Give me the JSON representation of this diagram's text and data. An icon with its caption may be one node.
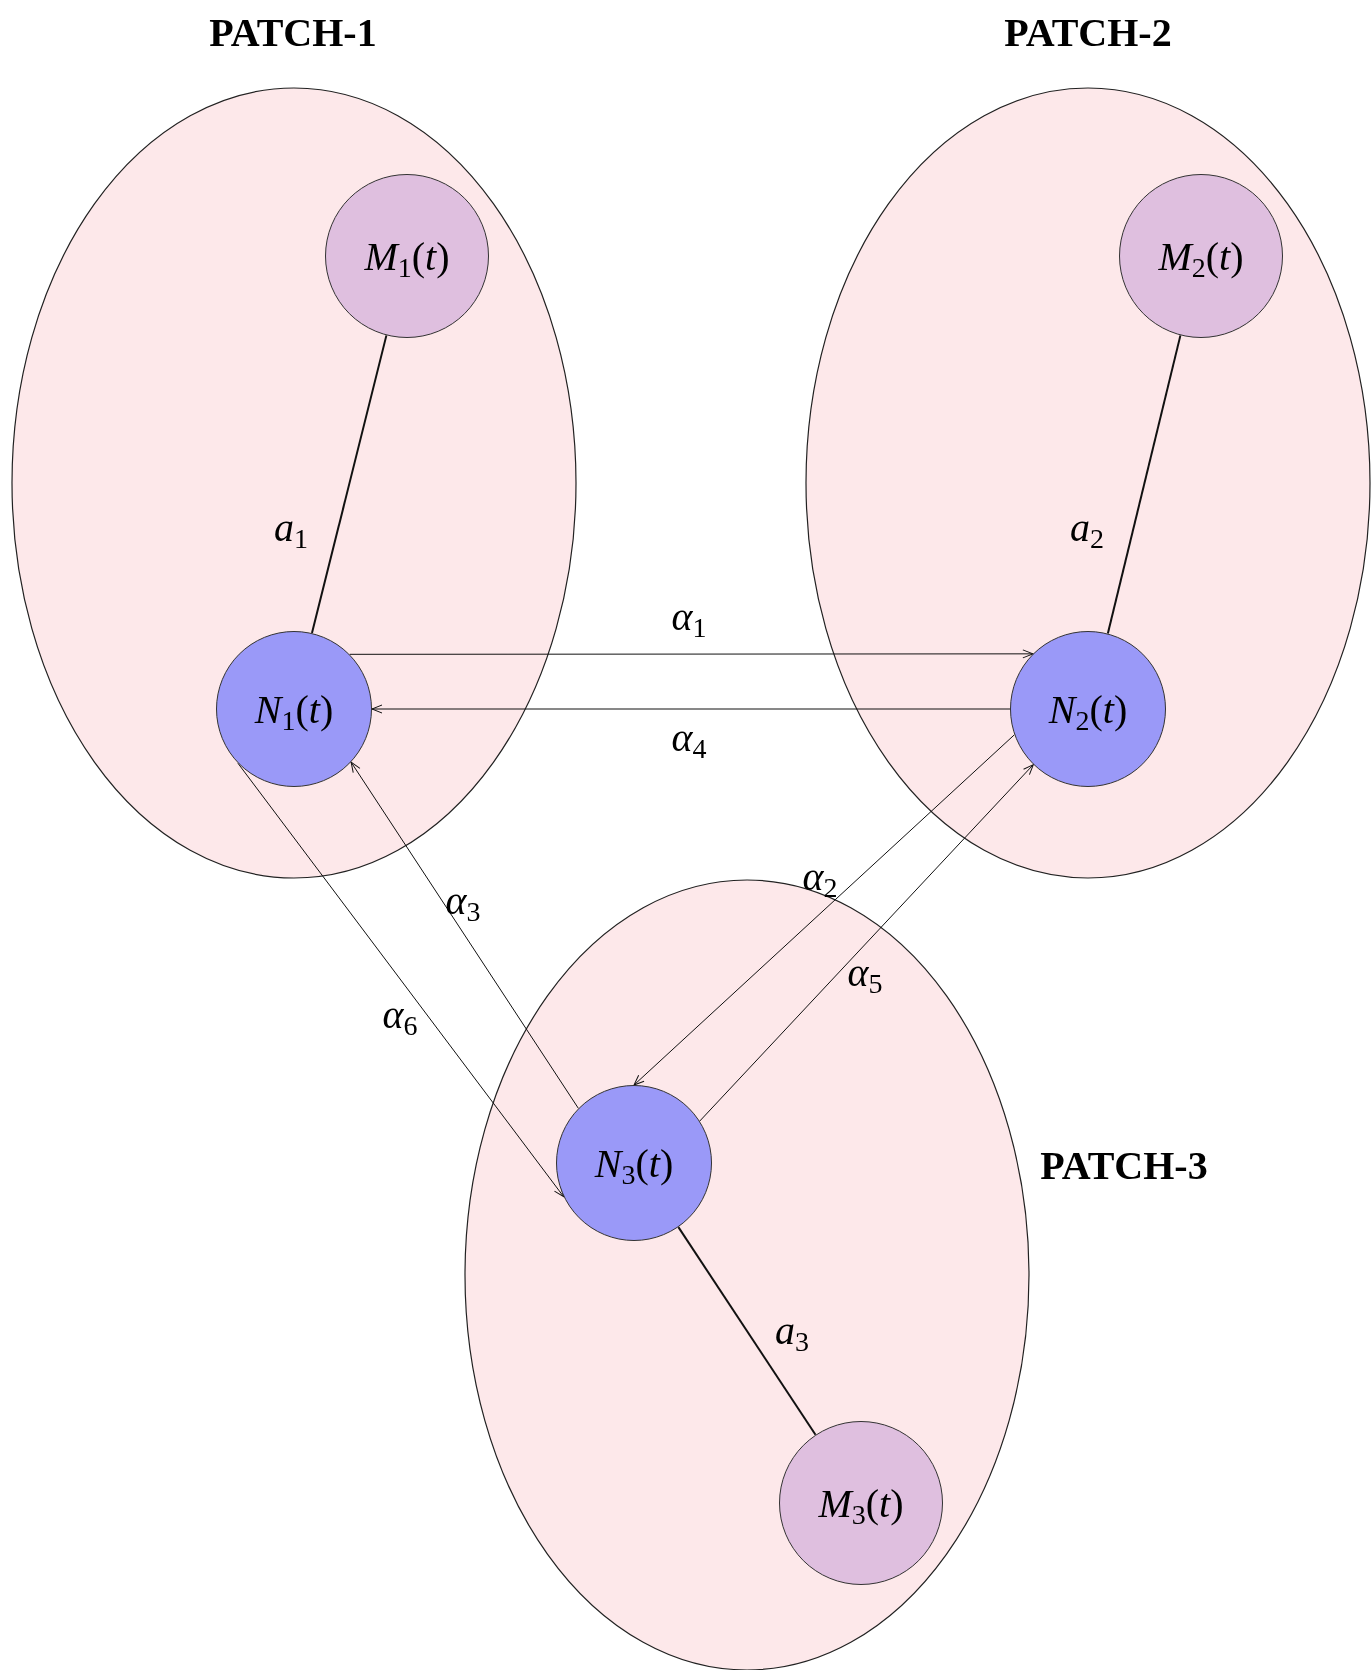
{
  "diagram": {
    "nodes": [
      {
        "text": [
          "PATCH-1"
        ]
      },
      {
        "text": [
          "*M*$_{1}$(*t*)"
        ],
        "in": 0
      },
      {
        "text": [
          "*N*$_{1}$(*t*)"
        ],
        "in": 0
      },
      {
        "text": [
          "PATCH-2"
        ]
      },
      {
        "text": [
          "*M*$_{2}$(*t*)"
        ],
        "in": 3
      },
      {
        "text": [
          "*N*$_{2}$(*t*)"
        ],
        "in": 3
      },
      {
        "text": [
          "PATCH-3"
        ]
      },
      {
        "text": [
          "*N*$_{3}$(*t*)"
        ],
        "in": 6
      },
      {
        "text": [
          "*M*$_{3}$(*t*)"
        ],
        "in": 6
      }
    ],
    "edges": [
      {
        "from": 1,
        "to": 2,
        "arrow": "none",
        "label": "*a*$_{1}$"
      },
      {
        "from": 4,
        "to": 5,
        "arrow": "none",
        "label": "*a*$_{2}$"
      },
      {
        "from": 2,
        "to": 5,
        "arrow": "to",
        "label": "*α*$_{1}$"
      },
      {
        "from": 5,
        "to": 2,
        "arrow": "to",
        "label": "*α*$_{4}$"
      },
      {
        "from": 5,
        "to": 7,
        "arrow": "to",
        "label": "*α*$_{2}$"
      },
      {
        "from": 7,
        "to": 5,
        "arrow": "to",
        "label": "*α*$_{5}$"
      },
      {
        "from": 7,
        "to": 2,
        "arrow": "to",
        "label": "*α*$_{3}$"
      },
      {
        "from": 2,
        "to": 7,
        "arrow": "to",
        "label": "*α*$_{6}$"
      },
      {
        "from": 7,
        "to": 8,
        "arrow": "none",
        "label": "*a*$_{3}$"
      }
    ]
  }
}
